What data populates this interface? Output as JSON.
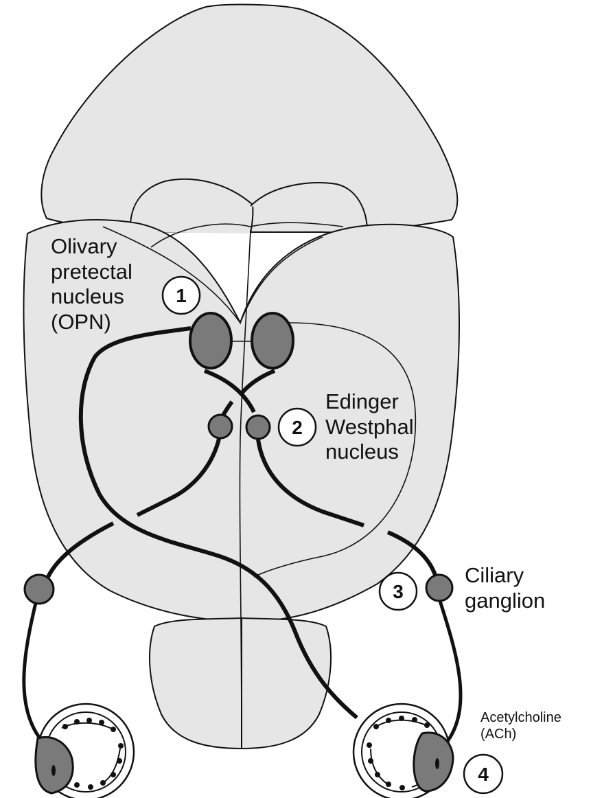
{
  "labels": {
    "opn": [
      "Olivary",
      "pretectal",
      "nucleus",
      "(OPN)"
    ],
    "ew": [
      "Edinger",
      "Westphal",
      "nucleus"
    ],
    "ciliary": [
      "Ciliary",
      "ganglion"
    ],
    "ach": [
      "Acetylcholine",
      "(ACh)"
    ]
  },
  "step_numbers": [
    "1",
    "2",
    "3",
    "4"
  ],
  "colors": {
    "brain_fill": "#e6e6e6",
    "nucleus_fill": "#7a7a7a",
    "outline": "#111111",
    "pathway": "#111111"
  }
}
